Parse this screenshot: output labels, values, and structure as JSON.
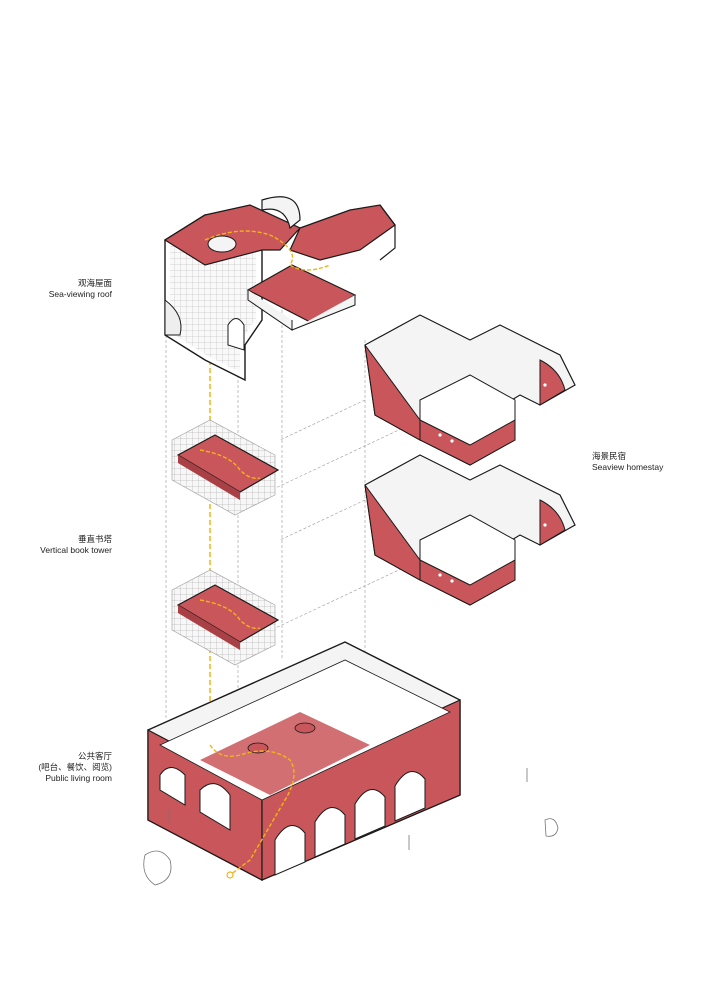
{
  "labels": {
    "roof": {
      "cn": "观海屋面",
      "en": "Sea-viewing roof"
    },
    "homestay": {
      "cn": "海景民宿",
      "en": "Seaview homestay"
    },
    "tower": {
      "cn": "垂直书塔",
      "en": "Vertical book tower"
    },
    "living": {
      "cn": "公共客厅",
      "sub": "(吧台、餐饮、阅览)",
      "en": "Public living room"
    }
  },
  "colors": {
    "brick": "#c9565a",
    "brick_dark": "#a94045",
    "wall": "#f4f4f4",
    "line": "#1a1a1a",
    "path": "#f2b418",
    "guide": "#9a9a9a"
  }
}
